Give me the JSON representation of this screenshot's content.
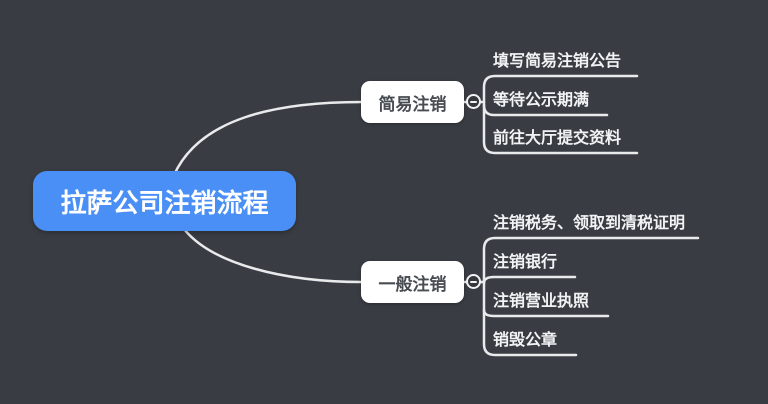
{
  "diagram": {
    "type": "mindmap",
    "root": {
      "label": "拉萨公司注销流程"
    },
    "branches": [
      {
        "label": "简易注销",
        "collapse_icon": "minus",
        "children": [
          "填写简易注销公告",
          "等待公示期满",
          "前往大厅提交资料"
        ]
      },
      {
        "label": "一般注销",
        "collapse_icon": "minus",
        "children": [
          "注销税务、领取到清税证明",
          "注销银行",
          "注销营业执照",
          "销毁公章"
        ]
      }
    ],
    "colors": {
      "canvas_background": "#393d43",
      "root_fill": "#4a8ff5",
      "root_text": "#ffffff",
      "branch_fill": "#ffffff",
      "branch_text": "#484d53",
      "child_text": "#f2f3f5",
      "connector_line": "#e9eaec",
      "collapse_button_fill": "#33373c",
      "collapse_button_ring": "#f2f2f2"
    }
  }
}
